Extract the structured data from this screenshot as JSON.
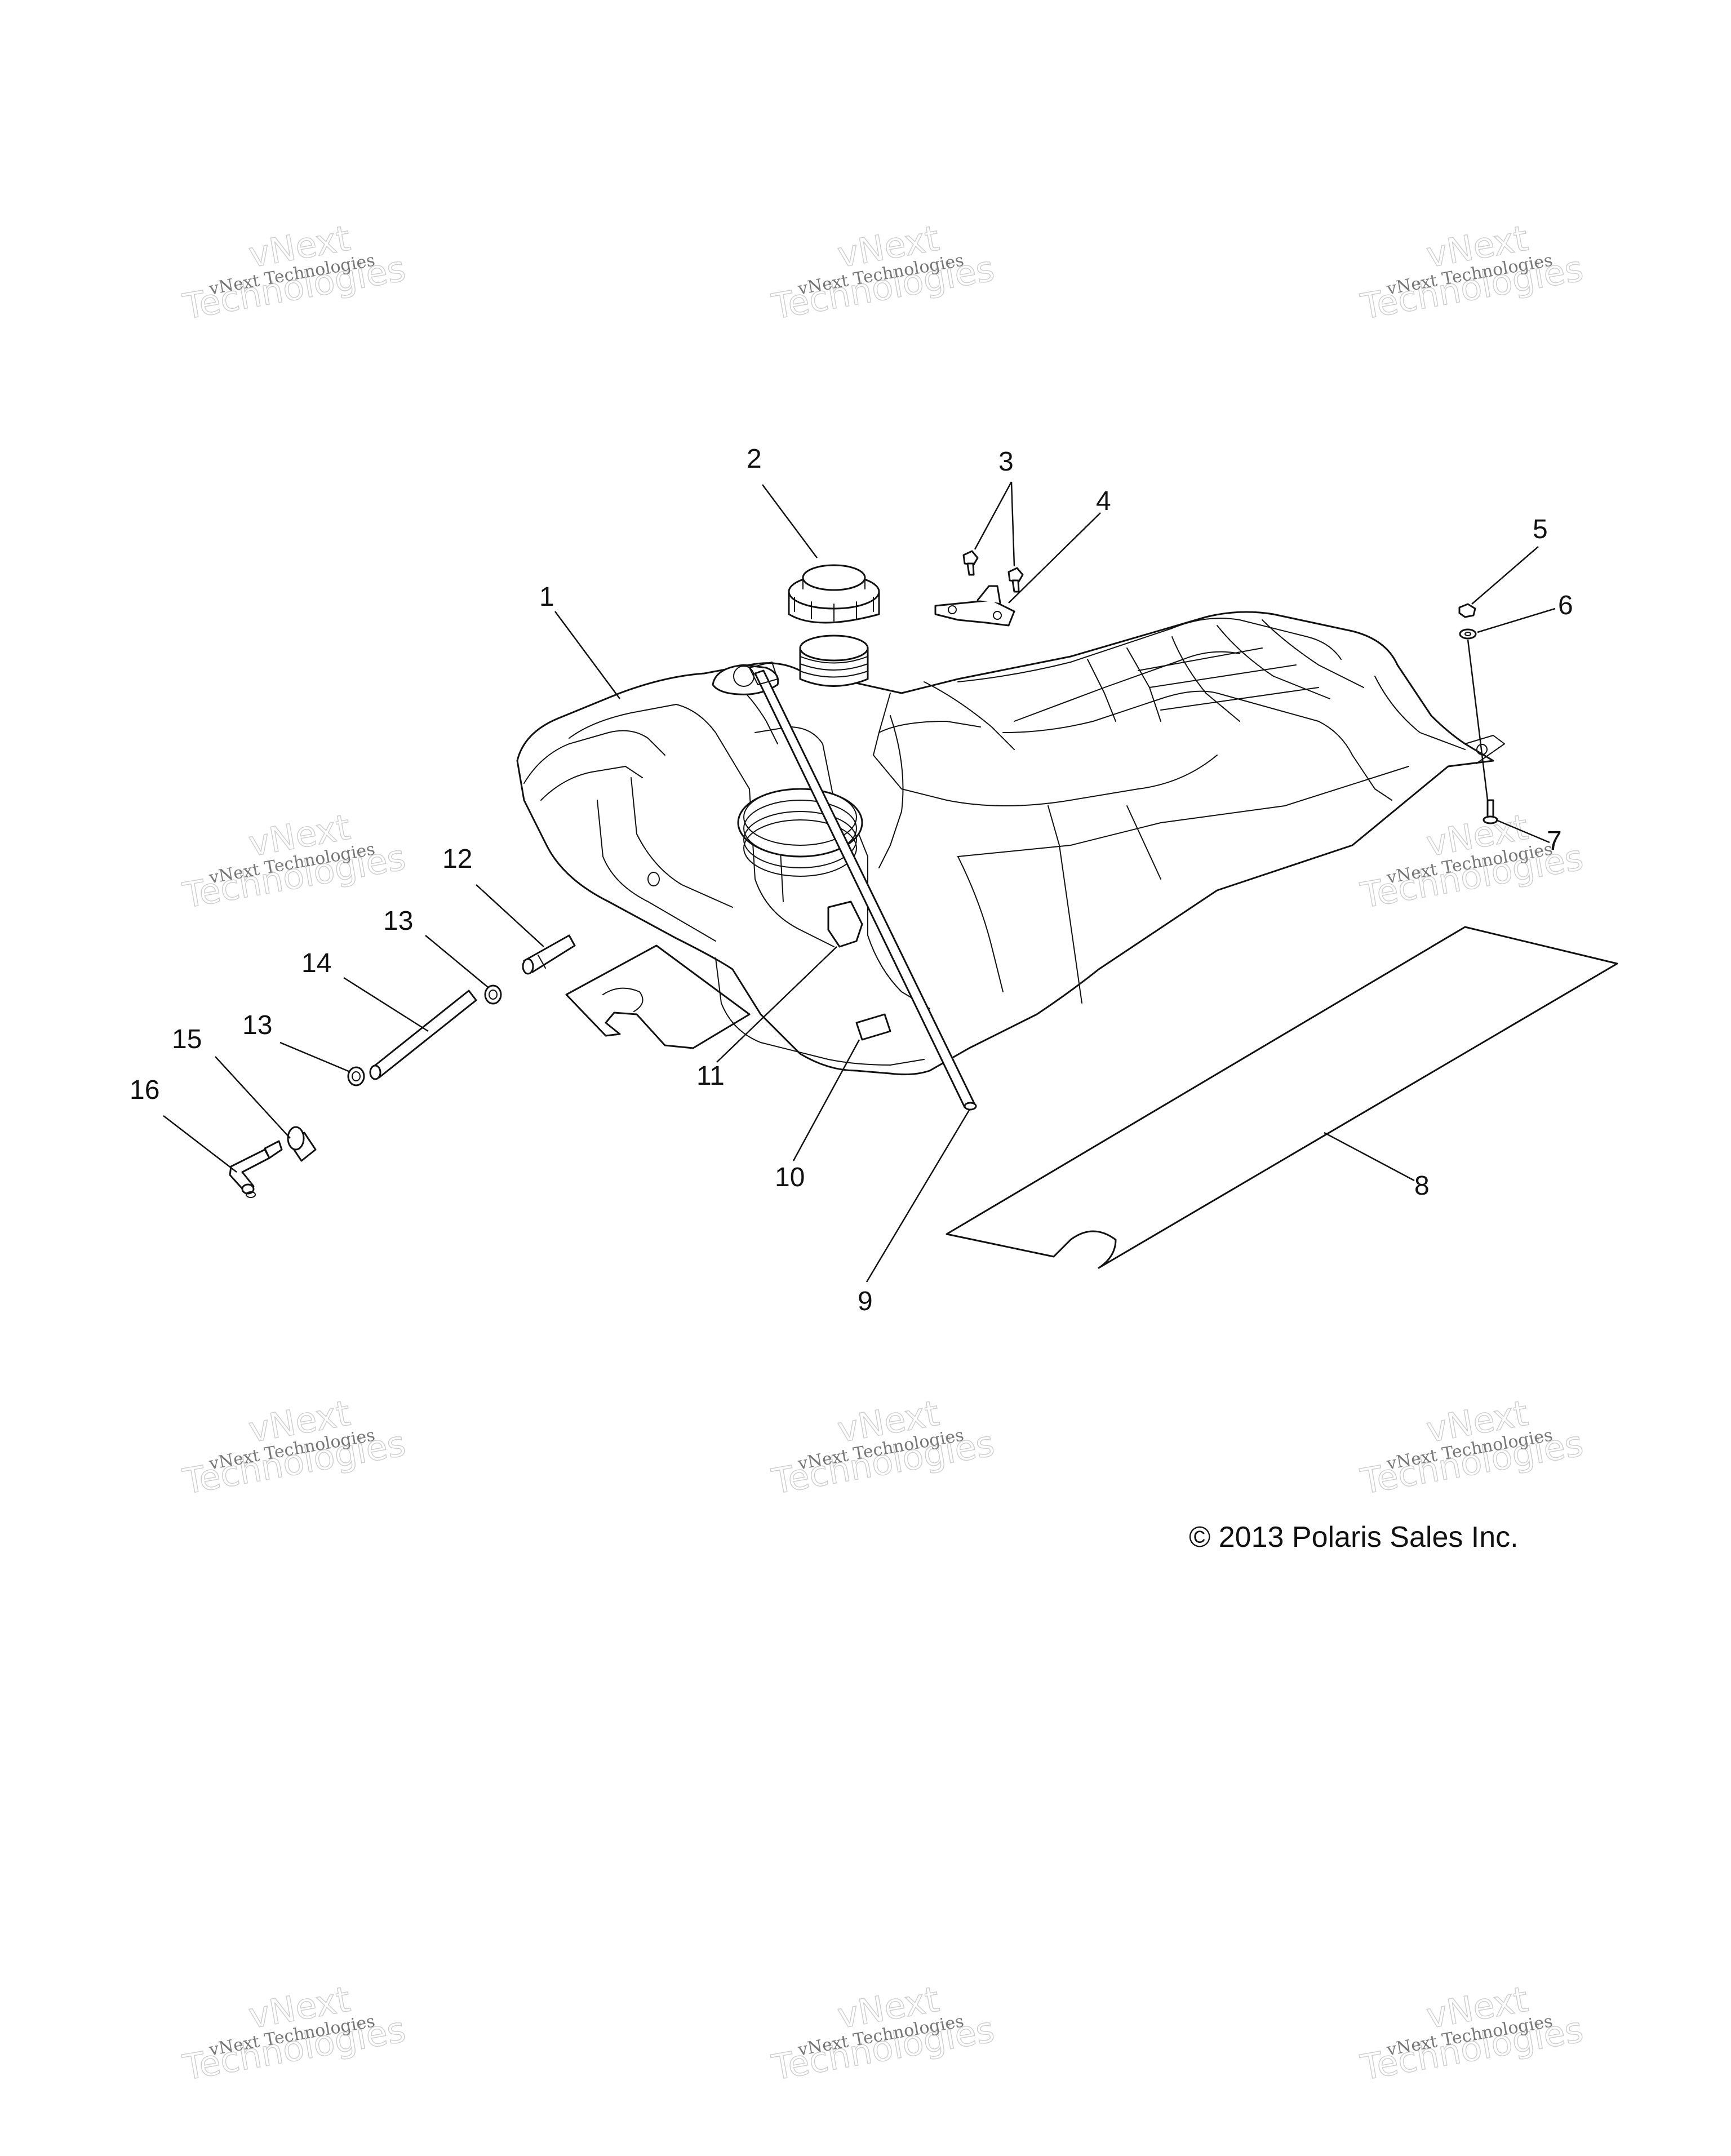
{
  "diagram": {
    "copyright": "© 2013 Polaris Sales Inc.",
    "callouts": [
      "1",
      "2",
      "3",
      "4",
      "5",
      "6",
      "7",
      "8",
      "9",
      "10",
      "11",
      "12",
      "13",
      "14",
      "13",
      "15",
      "16"
    ],
    "parts": [
      "fuel-tank",
      "fuel-cap",
      "screw-pair",
      "bracket",
      "nut",
      "washer",
      "bolt",
      "heat-shield",
      "vent-tube",
      "clip",
      "retainer",
      "fitting",
      "hose-clamp",
      "fuel-hose",
      "hose-clamp",
      "grommet",
      "elbow-fitting"
    ]
  },
  "watermark": {
    "line_small": "vNext Technologies",
    "line_big_top": "vNext",
    "line_big_bottom": "Technologies"
  }
}
